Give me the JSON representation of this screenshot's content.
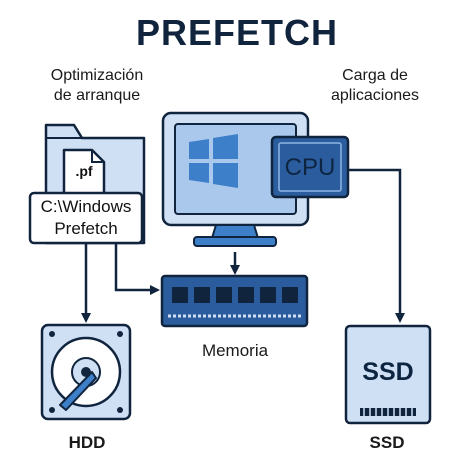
{
  "title": "PREFETCH",
  "labels": {
    "optimizacion_line1": "Optimización",
    "optimizacion_line2": "de arranque",
    "carga_line1": "Carga de",
    "carga_line2": "aplicaciones",
    "folder_line1": "C:\\Windows",
    "folder_line2": "Prefetch",
    "file_ext": ".pf",
    "cpu": "CPU",
    "memoria": "Memoria",
    "hdd": "HDD",
    "ssd_chip": "SSD",
    "ssd": "SSD"
  },
  "colors": {
    "stroke": "#10243e",
    "light_blue": "#cfe0f5",
    "mid_blue": "#3d7fc8",
    "dark_blue": "#2b5d9e",
    "screen": "#a9c8ec"
  }
}
